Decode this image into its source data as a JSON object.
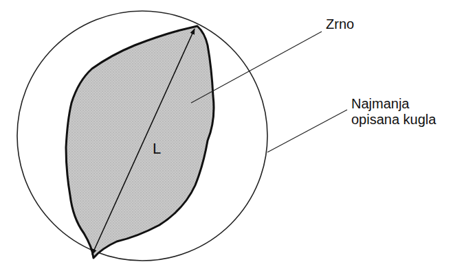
{
  "diagram": {
    "labels": [
      "L",
      "Zrno",
      "Najmanja opisana kugla"
    ]
  }
}
